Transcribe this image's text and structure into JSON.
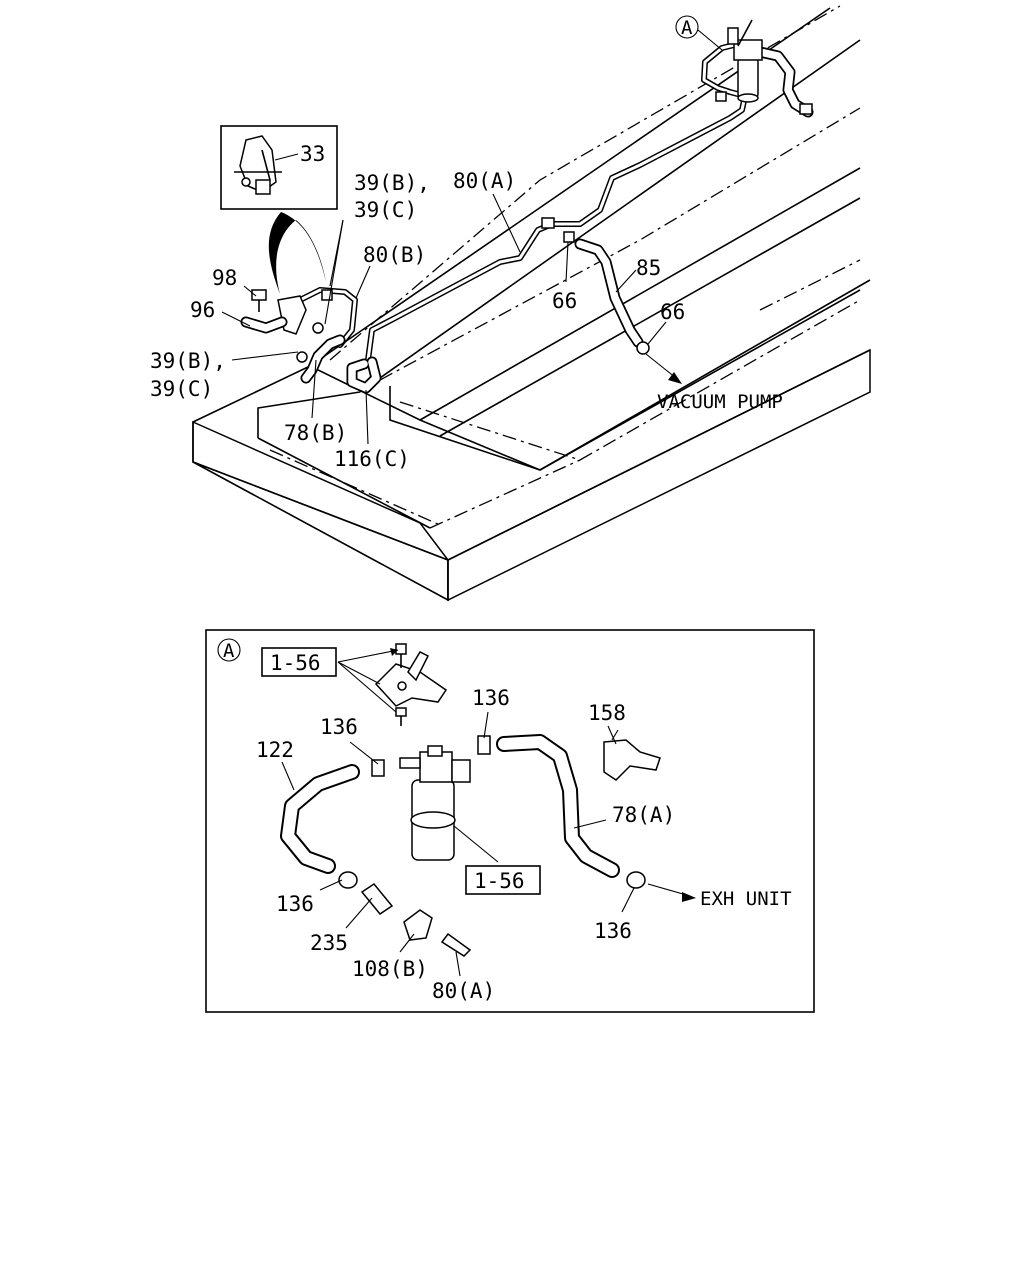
{
  "labels": {
    "top": {
      "callout_a": "A",
      "p33": "33",
      "p39bc_1a": "39(B),",
      "p39bc_1b": "39(C)",
      "p80a": "80(A)",
      "p80b": "80(B)",
      "p98": "98",
      "p96": "96",
      "p39bc_2a": "39(B),",
      "p39bc_2b": "39(C)",
      "p66_1": "66",
      "p85": "85",
      "p66_2": "66",
      "vacuum_pump": "VACUUM PUMP",
      "p78b": "78(B)",
      "p116c": "116(C)"
    },
    "detail": {
      "callout_a": "A",
      "p156_top": "1-56",
      "p136_1": "136",
      "p136_2": "136",
      "p158": "158",
      "p122": "122",
      "p78a": "78(A)",
      "p156_bottom": "1-56",
      "exh_unit": "EXH UNIT",
      "p136_3": "136",
      "p136_4": "136",
      "p235": "235",
      "p108b": "108(B)",
      "p80a": "80(A)"
    }
  }
}
